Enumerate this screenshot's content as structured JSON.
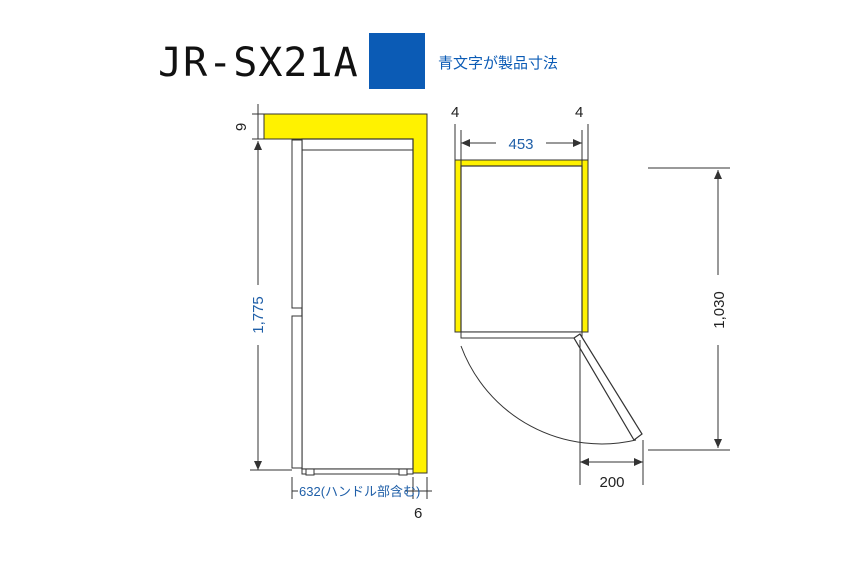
{
  "title": "JR-SX21A",
  "legend": {
    "swatch_color": "#0b5bb5",
    "text": "青文字が製品寸法"
  },
  "colors": {
    "clearance": "#fff200",
    "product_dim": "#1f5fa8",
    "line": "#333333"
  },
  "side_view": {
    "top_clearance": "9",
    "height": "1,775",
    "depth": "632(ハンドル部含む)",
    "back_clearance": "6"
  },
  "top_view": {
    "left_clearance": "4",
    "right_clearance": "4",
    "width": "453",
    "depth_with_door_open": "1,030",
    "door_offset": "200"
  }
}
